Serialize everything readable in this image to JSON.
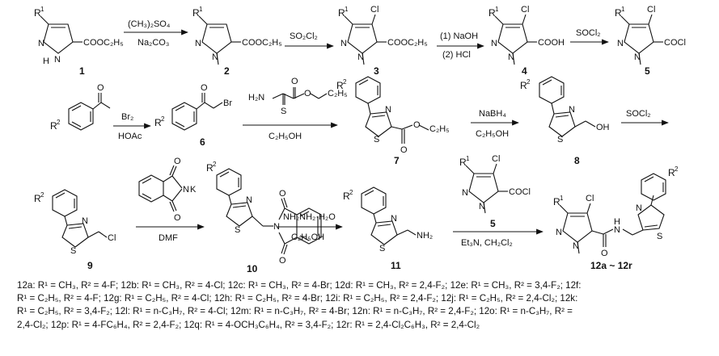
{
  "compounds": {
    "c1": "1",
    "c2": "2",
    "c3": "3",
    "c4": "4",
    "c5": "5",
    "c6": "6",
    "c7": "7",
    "c8": "8",
    "c9": "9",
    "c10": "10",
    "c11": "11",
    "c5b": "5",
    "final": "12a ~ 12r"
  },
  "reagents": {
    "r1_top": "(CH₃)₂SO₄",
    "r1_bot": "Na₂CO₃",
    "r2_top": "SO₂Cl₂",
    "r3_top": "(1) NaOH",
    "r3_bot": "(2) HCl",
    "r4_top": "SOCl₂",
    "r5_top": "Br₂",
    "r5_bot": "HOAc",
    "r6_bot": "C₂H₅OH",
    "r7_top": "NaBH₄",
    "r7_bot": "C₂H₅OH",
    "r8_top": "SOCl₂",
    "r9_bot": "DMF",
    "r10_top": "NH₂NH₂·H₂O",
    "r10_bot": "C₂H₅OH",
    "r11_bot": "Et₃N, CH₂Cl₂"
  },
  "labels": {
    "R1": "R",
    "R2": "R",
    "sup1": "1",
    "sup2": "2",
    "N": "N",
    "H": "H",
    "S": "S",
    "O": "O",
    "Cl": "Cl",
    "Br": "Br",
    "K": "K",
    "cooet": "COOC₂H₅",
    "cooh": "COOH",
    "cocl": "COCl",
    "ester_ch2": "C₂H₅",
    "nh2": "H₂N",
    "nh2b": "NH₂",
    "oh": "OH"
  },
  "footnote": [
    "12a: R¹ = CH₃, R² = 4-F; 12b: R¹ = CH₃, R² = 4-Cl; 12c: R¹ = CH₃, R² = 4-Br; 12d: R¹ = CH₃, R² = 2,4-F₂; 12e: R¹ = CH₃, R² = 3,4-F₂; 12f:",
    "R¹ = C₂H₅, R² = 4-F; 12g: R¹ = C₂H₅, R² = 4-Cl; 12h: R¹ = C₂H₅, R² = 4-Br; 12i: R¹ = C₂H₅, R² = 2,4-F₂; 12j: R¹ = C₂H₅, R² = 2,4-Cl₂; 12k:",
    "R¹ = C₂H₅, R² = 3,4-F₂; 12l: R¹ = n-C₃H₇, R² = 4-Cl; 12m: R¹ = n-C₃H₇, R² = 4-Br; 12n: R¹ = n-C₃H₇, R² = 2,4-F₂; 12o: R¹ = n-C₃H₇, R² =",
    "2,4-Cl₂; 12p: R¹ = 4-FC₆H₄, R² = 2,4-F₂; 12q: R¹ = 4-OCH₃C₆H₄, R² = 3,4-F₂; 12r: R¹ = 2,4-Cl₂C₆H₃, R² = 2,4-Cl₂"
  ]
}
